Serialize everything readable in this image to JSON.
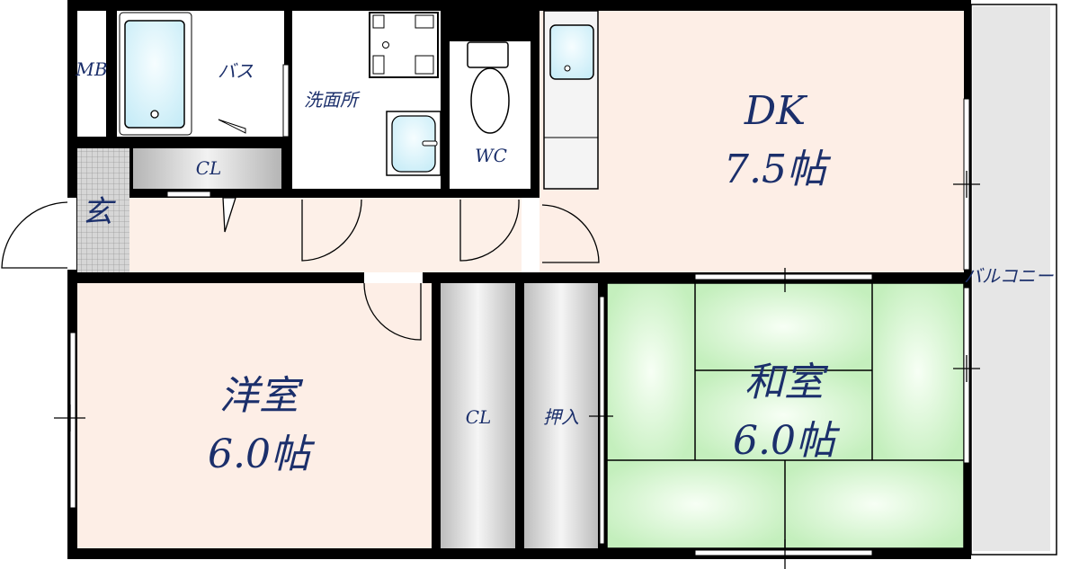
{
  "colors": {
    "wall": "#000000",
    "text": "#1b2f6b",
    "room_floor": "#fdeee6",
    "tatami": "#c9f2c2",
    "water": "#d8f3fb",
    "closet": "#c8c8c8",
    "balcony": "#e6e6e6"
  },
  "rooms": {
    "mb": "MB",
    "bath": "バス",
    "closet_entry": "CL",
    "entrance": "玄",
    "washroom": "洗面所",
    "wc": "WC",
    "dk_name": "DK",
    "dk_size": "7.5帖",
    "western_name": "洋室",
    "western_size": "6.0帖",
    "closet_western": "CL",
    "oshiire": "押入",
    "japanese_name": "和室",
    "japanese_size": "6.0帖",
    "balcony": "バルコニー"
  }
}
